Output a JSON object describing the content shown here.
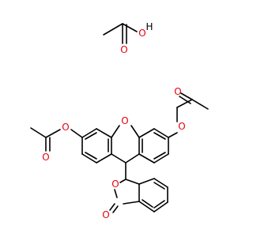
{
  "colors": {
    "bond": "#000000",
    "oxygen": "#e8000b",
    "background": "#ffffff"
  },
  "atoms": {
    "acetic_oh": "O",
    "acetic_h": "H",
    "acetic_carbonyl_o": "O",
    "xanthene_o": "O",
    "right_ester_o": "O",
    "right_carbonyl_o": "O",
    "left_ester_o": "O",
    "left_carbonyl_o": "O",
    "lactone_ring_o": "O",
    "lactone_carbonyl_o": "O"
  }
}
